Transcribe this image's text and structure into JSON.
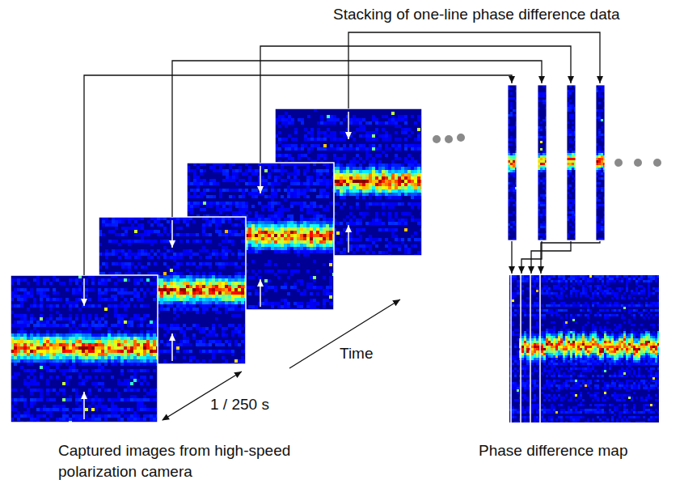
{
  "diagram": {
    "labels": [
      "Stacking of one-line phase difference data",
      "Time",
      "1 / 250 s",
      "Captured images from high-speed polarization camera",
      "Phase difference map"
    ]
  }
}
